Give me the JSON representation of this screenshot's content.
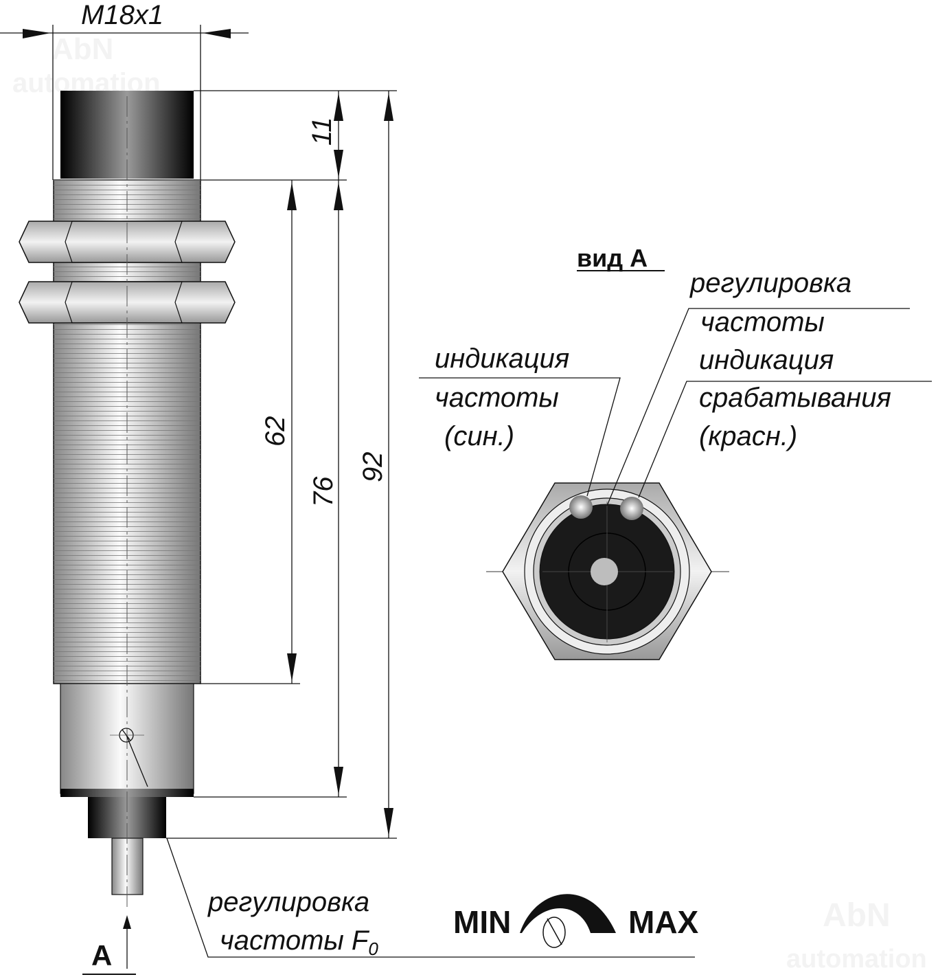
{
  "watermark": {
    "line1": "AbN",
    "line2": "automation"
  },
  "dimensions": {
    "thread": "M18x1",
    "cap_length": "11",
    "thread_length": "62",
    "body_length": "76",
    "total_length": "92"
  },
  "view_label": "вид А",
  "view_arrow_label": "А",
  "callouts": {
    "freq_adjust_top": [
      "регулировка",
      "частоты"
    ],
    "freq_indication": [
      "индикация",
      "частоты",
      "(син.)"
    ],
    "trigger_indication": [
      "индикация",
      "срабатывания",
      "(красн.)"
    ],
    "freq_adjust_bottom": [
      "регулировка",
      "частоты F",
      "0"
    ]
  },
  "scale": {
    "min": "MIN",
    "max": "MAX"
  },
  "colors": {
    "line": "#111111",
    "led_blue": "#cfcfcf",
    "led_red": "#d8d8d8"
  }
}
